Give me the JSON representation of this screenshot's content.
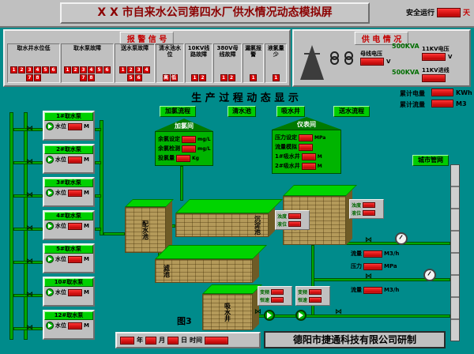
{
  "icons": {
    "valve": "⋈"
  },
  "title_bar": {
    "title": "X X 市自来水公司第四水厂供水情况动态模拟屏",
    "safe_run_label": "安全运行",
    "safe_run_value": "",
    "safe_run_unit": "天"
  },
  "alarm_panel": {
    "title": "报 警 信 号",
    "groups": [
      {
        "label": "取水井水位低",
        "indicators": [
          "1",
          "2",
          "3",
          "4",
          "5",
          "6",
          "7",
          "8"
        ]
      },
      {
        "label": "取水泵故障",
        "indicators": [
          "1",
          "2",
          "3",
          "4",
          "5",
          "6",
          "7",
          "8"
        ]
      },
      {
        "label": "送水泵故障",
        "indicators": [
          "1",
          "2",
          "3",
          "4",
          "5",
          "6"
        ]
      },
      {
        "label": "清水池水位",
        "indicators": [
          "高",
          "低"
        ]
      },
      {
        "label": "10KV线路故障",
        "indicators": [
          "1",
          "2"
        ]
      },
      {
        "label": "380V母线故障",
        "indicators": [
          "1",
          "2"
        ]
      },
      {
        "label": "漏氯报警",
        "indicators": [
          "1"
        ]
      },
      {
        "label": "液氯量少",
        "indicators": [
          "1"
        ]
      }
    ]
  },
  "power_panel": {
    "title": "供 电 情 况",
    "items": [
      {
        "label": "母线电压",
        "value": "",
        "unit": "V"
      },
      {
        "label": "500KVA",
        "value": "",
        "unit": ""
      },
      {
        "label": "11KV电压",
        "value": "",
        "unit": "V"
      },
      {
        "label": "500KVA",
        "value": "",
        "unit": ""
      },
      {
        "label": "11KV进线",
        "value": "",
        "unit": ""
      }
    ]
  },
  "main": {
    "title": "生 产 过 程 动 态 显 示",
    "flow_labels": [
      "加氯流程",
      "清水池",
      "吸水井",
      "送水流程"
    ],
    "totals": [
      {
        "label": "累计电量",
        "value": "",
        "unit": "KWh"
      },
      {
        "label": "累计流量",
        "value": "",
        "unit": "M3"
      }
    ],
    "pumps": [
      {
        "name": "1#取水泵",
        "param": "水位",
        "value": "",
        "unit": "M"
      },
      {
        "name": "2#取水泵",
        "param": "水位",
        "value": "",
        "unit": "M"
      },
      {
        "name": "3#取水泵",
        "param": "水位",
        "value": "",
        "unit": "M"
      },
      {
        "name": "4#取水泵",
        "param": "水位",
        "value": "",
        "unit": "M"
      },
      {
        "name": "5#取水泵",
        "param": "水位",
        "value": "",
        "unit": "M"
      },
      {
        "name": "10#取水泵",
        "param": "水位",
        "value": "",
        "unit": "M"
      },
      {
        "name": "12#取水泵",
        "param": "水位",
        "value": "",
        "unit": "M"
      }
    ],
    "chlorine_house": {
      "name": "加氯间",
      "rows": [
        {
          "label": "余氯设定",
          "value": "",
          "unit": "mg/L"
        },
        {
          "label": "余氯检测",
          "value": "",
          "unit": "mg/L"
        },
        {
          "label": "投氯量",
          "value": "",
          "unit": "Kg"
        }
      ]
    },
    "meter_house": {
      "name": "仪表间",
      "rows": [
        {
          "label": "压力设定",
          "value": "",
          "unit": "MPa"
        },
        {
          "label": "流量模拟",
          "value": "",
          "unit": ""
        },
        {
          "label": "1#吸水井",
          "value": "",
          "unit": "M"
        },
        {
          "label": "2#吸水井",
          "value": "",
          "unit": "M"
        }
      ]
    },
    "tanks": {
      "distribution": "配水池",
      "sedimentation": "沉淀池",
      "filter": "滤池",
      "clear": "清水池",
      "suction": "吸水井"
    },
    "instruments": [
      {
        "rows": [
          {
            "label": "浊度",
            "value": ""
          },
          {
            "label": "液位",
            "value": ""
          }
        ]
      },
      {
        "rows": [
          {
            "label": "浊度",
            "value": ""
          },
          {
            "label": "液位",
            "value": ""
          }
        ]
      },
      {
        "rows": [
          {
            "label": "变频",
            "value": ""
          },
          {
            "label": "恒速",
            "value": ""
          }
        ]
      },
      {
        "rows": [
          {
            "label": "变频",
            "value": ""
          },
          {
            "label": "恒速",
            "value": ""
          }
        ]
      }
    ],
    "network_label": "城市管网",
    "out_meters": [
      {
        "label": "流量",
        "value": "",
        "unit": "M3/h"
      },
      {
        "label": "压力",
        "value": "",
        "unit": "MPa"
      },
      {
        "label": "流量",
        "value": "",
        "unit": "M3/h"
      }
    ]
  },
  "footer": {
    "figure_caption": "图3",
    "date": [
      {
        "value": "",
        "label": "年"
      },
      {
        "value": "",
        "label": "月"
      },
      {
        "value": "",
        "label": "日"
      },
      {
        "label": "时间",
        "value": ""
      }
    ],
    "company": "德阳市捷通科技有限公司研制"
  }
}
